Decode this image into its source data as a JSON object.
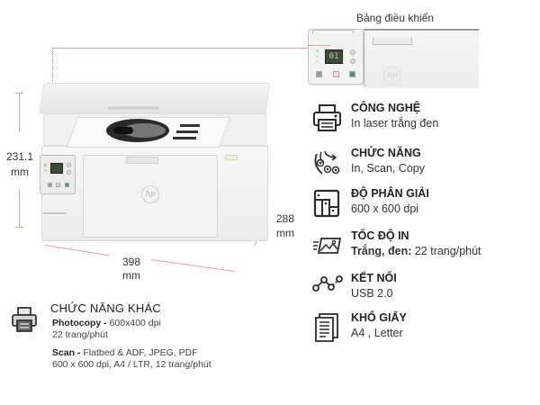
{
  "inset": {
    "title": "Bảng điều khiển",
    "lcd_text": "01"
  },
  "dimensions": {
    "height_value": "231.1",
    "height_unit": "mm",
    "width_value": "398",
    "width_unit": "mm",
    "depth_value": "288",
    "depth_unit": "mm"
  },
  "printer": {
    "brand_logo": "hp",
    "lcd_text": "01"
  },
  "specs": [
    {
      "icon": "printer-icon",
      "title": "CÔNG NGHỆ",
      "value": "In laser trắng đen"
    },
    {
      "icon": "gears-icon",
      "title": "CHỨC NĂNG",
      "value": "In, Scan, Copy"
    },
    {
      "icon": "resolution-icon",
      "title": "ĐỘ PHÂN GIẢI",
      "value": "600 x 600 dpi"
    },
    {
      "icon": "print-speed-icon",
      "title": "TỐC ĐỘ IN",
      "value_bold": "Trắng, đen:",
      "value": " 22 trang/phút"
    },
    {
      "icon": "connection-icon",
      "title": "KẾT NỐI",
      "value": "USB 2.0"
    },
    {
      "icon": "paper-size-icon",
      "title": "KHỔ GIẤY",
      "value": "A4 , Letter"
    }
  ],
  "other_features": {
    "icon": "printer-icon",
    "title": "CHỨC NĂNG KHÁC",
    "photocopy_label": "Photocopy -",
    "photocopy_value": " 600x400 dpi",
    "photocopy_speed": "22 trang/phút",
    "scan_label": "Scan -",
    "scan_value": " Flatbed & ADF, JPEG, PDF",
    "scan_detail": "600 x 600 dpi,  A4 / LTR, 12 trang/phút"
  },
  "colors": {
    "dimension_line": "#d9a3a8",
    "text": "#222222",
    "icon": "#2b2b2b"
  }
}
